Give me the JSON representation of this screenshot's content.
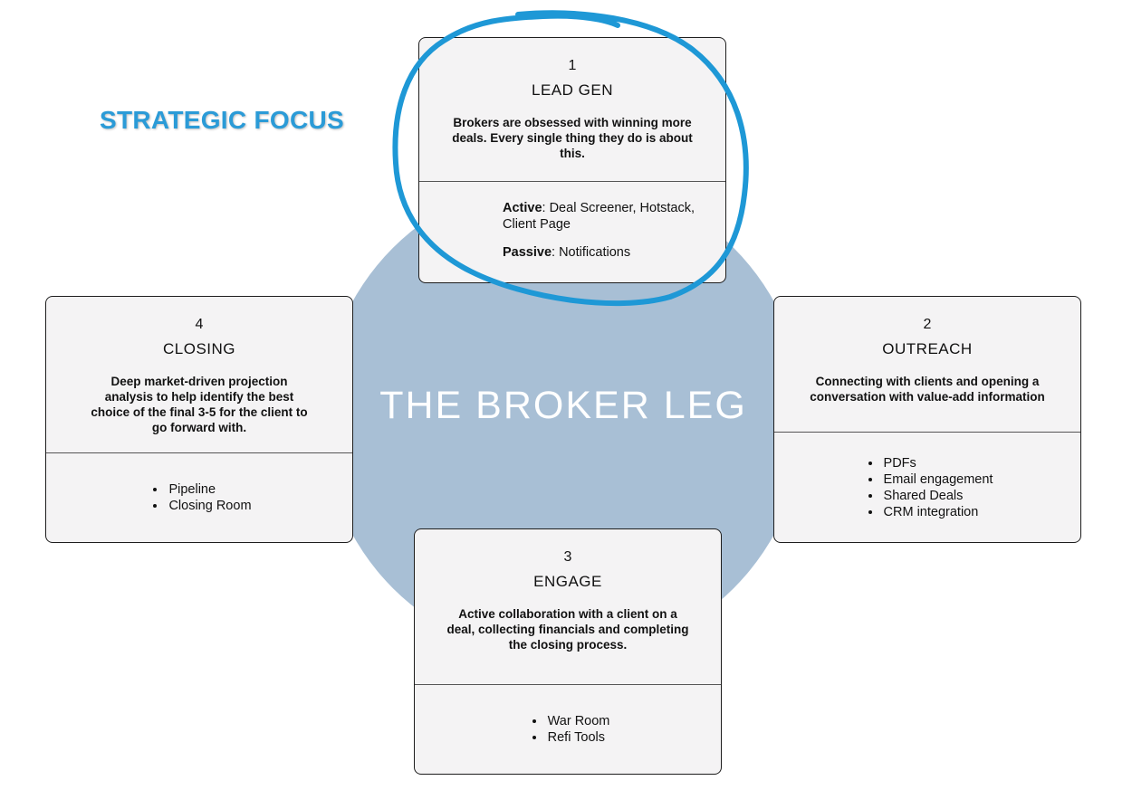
{
  "center_title": "THE BROKER LEG",
  "focus_label": "STRATEGIC FOCUS",
  "colors": {
    "circle": "#a8bfd5",
    "accent": "#2b9bd7"
  },
  "cards": {
    "lead_gen": {
      "number": "1",
      "title": "LEAD GEN",
      "description": "Brokers are obsessed with winning more deals. Every single thing they do is about this.",
      "active_label": "Active",
      "active_value": ": Deal Screener, Hotstack, Client Page",
      "passive_label": "Passive",
      "passive_value": ": Notifications"
    },
    "outreach": {
      "number": "2",
      "title": "OUTREACH",
      "description": "Connecting with clients and opening a conversation with value-add information",
      "items": [
        "PDFs",
        "Email engagement",
        "Shared Deals",
        "CRM integration"
      ]
    },
    "engage": {
      "number": "3",
      "title": "ENGAGE",
      "description": "Active collaboration with a client on a deal, collecting financials and completing the closing process.",
      "items": [
        "War Room",
        "Refi Tools"
      ]
    },
    "closing": {
      "number": "4",
      "title": "CLOSING",
      "description": "Deep market-driven projection analysis to help identify the best choice of the final 3-5 for the client to go forward with.",
      "items": [
        "Pipeline",
        "Closing Room"
      ]
    }
  }
}
